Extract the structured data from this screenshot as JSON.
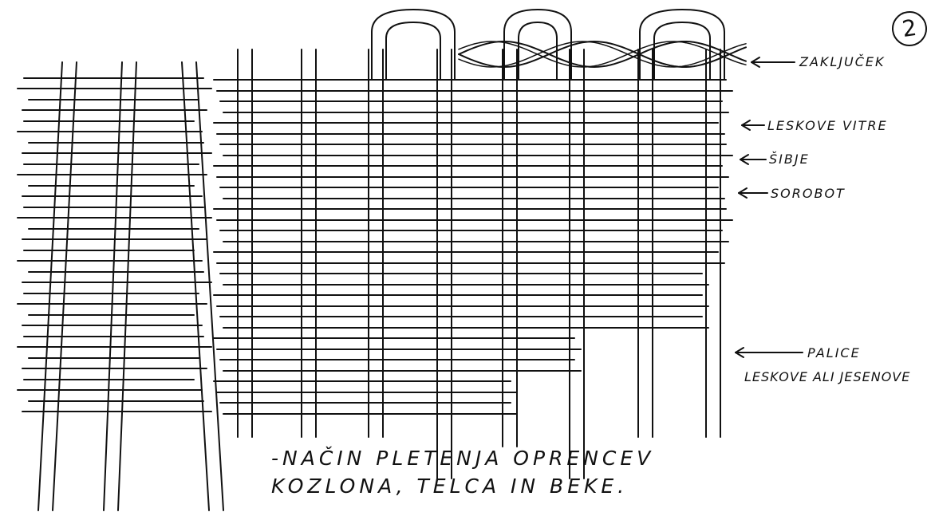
{
  "page_number": "2",
  "labels": {
    "zakljucek": "ZAKLJUČEK",
    "leskove_vitre": "LESKOVE VITRE",
    "sibje": "ŠIBJE",
    "sorobot": "SOROBOT",
    "palice_line1": "PALICE",
    "palice_line2": "LESKOVE ali JESENOVE"
  },
  "caption": {
    "line1": "-NAČIN PLETENJA OPRENCEV",
    "line2": "KOZLONA, TELCA IN BEKE."
  }
}
